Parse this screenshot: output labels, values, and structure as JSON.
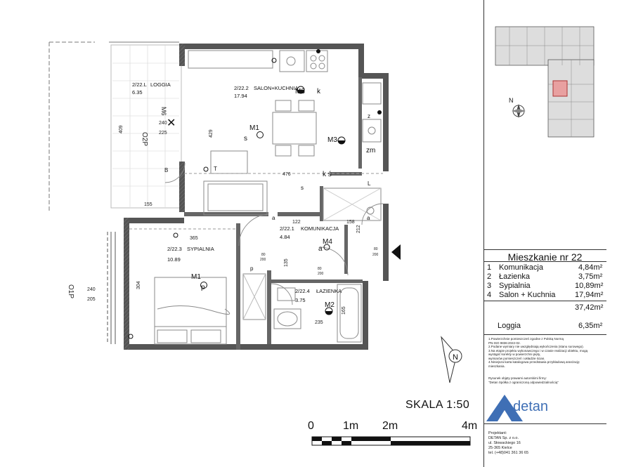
{
  "rooms": [
    {
      "code": "2/22.L",
      "name": "LOGGIA",
      "area": "6.35"
    },
    {
      "code": "2/22.2",
      "name": "SALON+KUCHNIA",
      "area": "17.94"
    },
    {
      "code": "2/22.1",
      "name": "KOMUNIKACJA",
      "area": "4.84"
    },
    {
      "code": "2/22.3",
      "name": "SYPIALNIA",
      "area": "10.89"
    },
    {
      "code": "2/22.4",
      "name": "ŁAZIENKA",
      "area": "3.75"
    }
  ],
  "dimensions": {
    "d409": "409",
    "d240a": "240",
    "d225": "225",
    "d155": "155",
    "d429": "429",
    "d476": "476",
    "d122": "122",
    "d158": "158",
    "d212": "212",
    "d365": "365",
    "d304": "304",
    "d240b": "240",
    "d205": "205",
    "d135": "135",
    "d165": "165",
    "d235": "235",
    "d80a": "80",
    "d200a": "200",
    "d80b": "80",
    "d200b": "200",
    "d80c": "80",
    "d200c": "200"
  },
  "markers": {
    "m1a": "M1",
    "m1a_sub": "s",
    "m1b": "M1",
    "m1b_sub": "p",
    "m2": "M2",
    "m3a": "M3",
    "m3a_sub": "k",
    "m3b": "M3",
    "m4": "M4",
    "zm": "zm",
    "ks": "k ś",
    "a1": "a",
    "a2": "a",
    "a3": "a",
    "s1": "s",
    "p1": "p",
    "L1": "L",
    "B1": "B",
    "z1": "z",
    "T": "T",
    "lbl_o2p": "O2P",
    "lbl_o1p": "O1P",
    "lbl_m6": "M6"
  },
  "summary": {
    "title": "Mieszkanie nr 22",
    "rows": [
      {
        "num": "1",
        "name": "Komunikacja",
        "area": "4,84m²"
      },
      {
        "num": "2",
        "name": "Łazienka",
        "area": "3,75m²"
      },
      {
        "num": "3",
        "name": "Sypialnia",
        "area": "10,89m²"
      },
      {
        "num": "4",
        "name": "Salon + Kuchnia",
        "area": "17,94m²"
      }
    ],
    "total": "37,42m²",
    "loggia_label": "Loggia",
    "loggia_area": "6,35m²"
  },
  "notes": [
    "1.Powierzchnie pomieszczeń zgodne z Polską Normą",
    "PN-ISO 9836:2022-02.",
    "2.Podane wymiary nie uwzględniają wykończenia (stanu surowego).",
    "3.Na etapie projektu wykonawczego i w czasie realizacji obiektu, mogą",
    "wystąpić korekty w powierzchni pięty,",
    "wymiarów pomieszczeń i układzie ścian.",
    "4.Niniejsza karta katalogowa przedstawia przykładową aranżację",
    "mieszkania."
  ],
  "copyright": [
    "Rysunek objęty prawami autorskimi firmy:",
    "\"Detan Spółka z ograniczoną odpowiedzialnością\""
  ],
  "scale": {
    "title": "SKALA 1:50",
    "ticks": [
      "0",
      "1m",
      "2m",
      "4m"
    ]
  },
  "logo": {
    "text": "detan"
  },
  "designer": {
    "label": "Projektant:",
    "lines": [
      "DETAN Sp. z o.o.",
      "ul. Słowackiego 16",
      "25-365 Kielce",
      "tel. (+48)041 361 36 65"
    ]
  },
  "north": "N",
  "colors": {
    "wall": "#444444",
    "logo": "#3f6fb5",
    "furniture": "#9a9a9a",
    "hatch": "#6b6b6b"
  }
}
